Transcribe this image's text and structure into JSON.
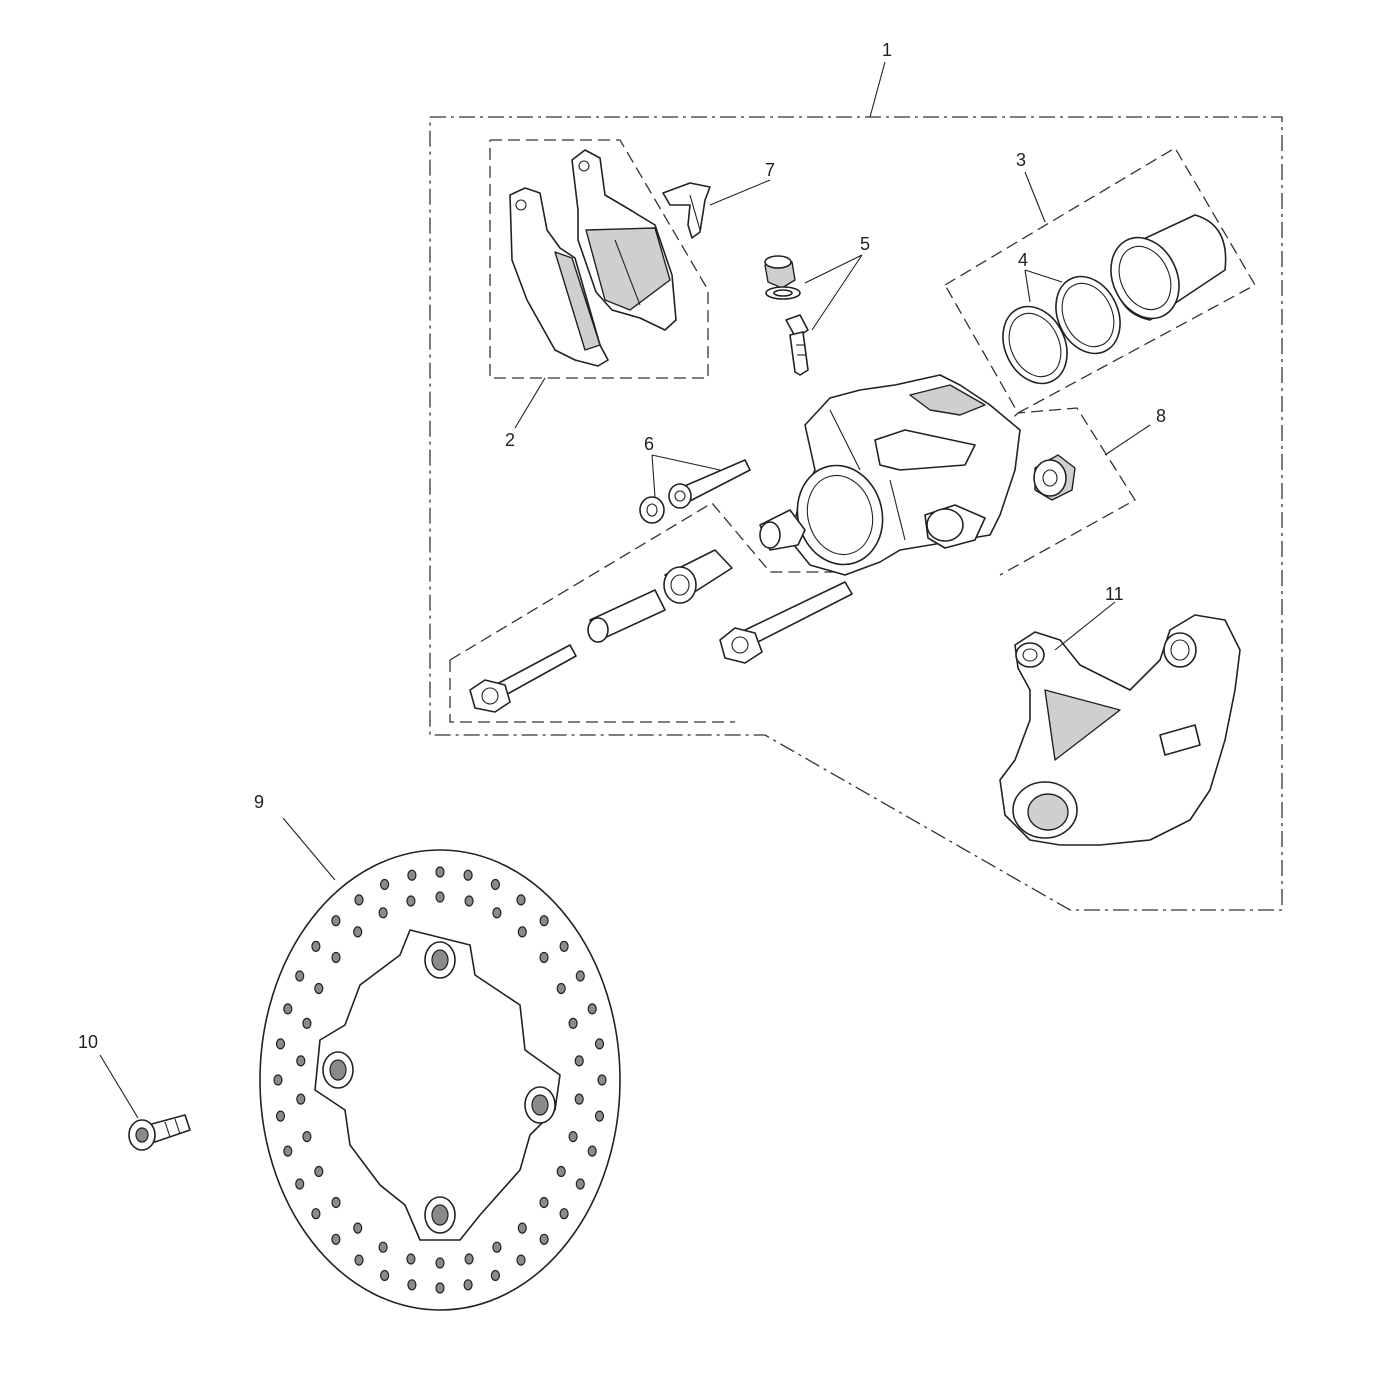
{
  "callouts": [
    {
      "id": "1",
      "text": "1"
    },
    {
      "id": "2",
      "text": "2"
    },
    {
      "id": "3",
      "text": "3"
    },
    {
      "id": "4",
      "text": "4"
    },
    {
      "id": "5",
      "text": "5"
    },
    {
      "id": "6",
      "text": "6"
    },
    {
      "id": "7",
      "text": "7"
    },
    {
      "id": "8",
      "text": "8"
    },
    {
      "id": "9",
      "text": "9"
    },
    {
      "id": "10",
      "text": "10"
    },
    {
      "id": "11",
      "text": "11"
    }
  ],
  "parts": {
    "brake_pad_set": "brake-pads",
    "piston_kit": "piston-and-seals",
    "caliper": "rear-brake-caliper",
    "disc": "brake-disc",
    "bracket": "caliper-bracket"
  }
}
